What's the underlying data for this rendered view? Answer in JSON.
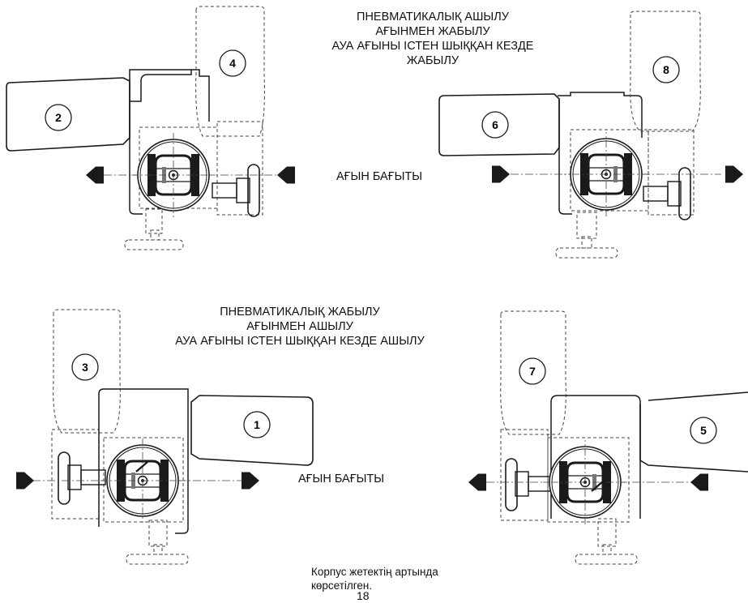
{
  "top_caption": {
    "line1": "ПНЕВМАТИКАЛЫҚ АШЫЛУ",
    "line2": "АҒЫНМЕН ЖАБЫЛУ",
    "line3": "АУА АҒЫНЫ ІСТЕН ШЫҚҚАН КЕЗДЕ",
    "line4": "ЖАБЫЛУ"
  },
  "bottom_caption": {
    "line1": "ПНЕВМАТИКАЛЫҚ ЖАБЫЛУ",
    "line2": "АҒЫНМЕН АШЫЛУ",
    "line3": "АУА АҒЫНЫ ІСТЕН ШЫҚҚАН КЕЗДЕ АШЫЛУ"
  },
  "flow_direction_label_top": "АҒЫН БАҒЫТЫ",
  "flow_direction_label_bottom": "АҒЫН БАҒЫТЫ",
  "note": {
    "line1": "Корпус жетектің артында",
    "line2": "көрсетілген."
  },
  "page_number_partial": "18",
  "positions": {
    "p2": "2",
    "p4": "4",
    "p6": "6",
    "p8": "8",
    "p3": "3",
    "p1": "1",
    "p7": "7",
    "p5": "5"
  },
  "colors": {
    "line": "#1a1a1a",
    "dashed": "#444444",
    "background": "#ffffff"
  },
  "icons": [
    "flow-arrow-icon",
    "valve-body-icon",
    "handwheel-icon"
  ]
}
